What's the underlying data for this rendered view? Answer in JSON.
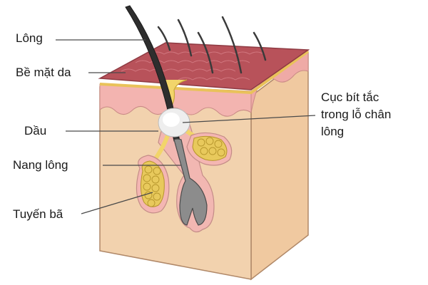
{
  "labels": {
    "hair": "Lông",
    "skin_surface": "Bề mặt da",
    "oil": "Dầu",
    "follicle": "Nang lông",
    "sebaceous_gland": "Tuyến bã",
    "clog_line1": "Cục bít tắc",
    "clog_line2": "trong lỗ chân",
    "clog_line3": "lông"
  }
}
